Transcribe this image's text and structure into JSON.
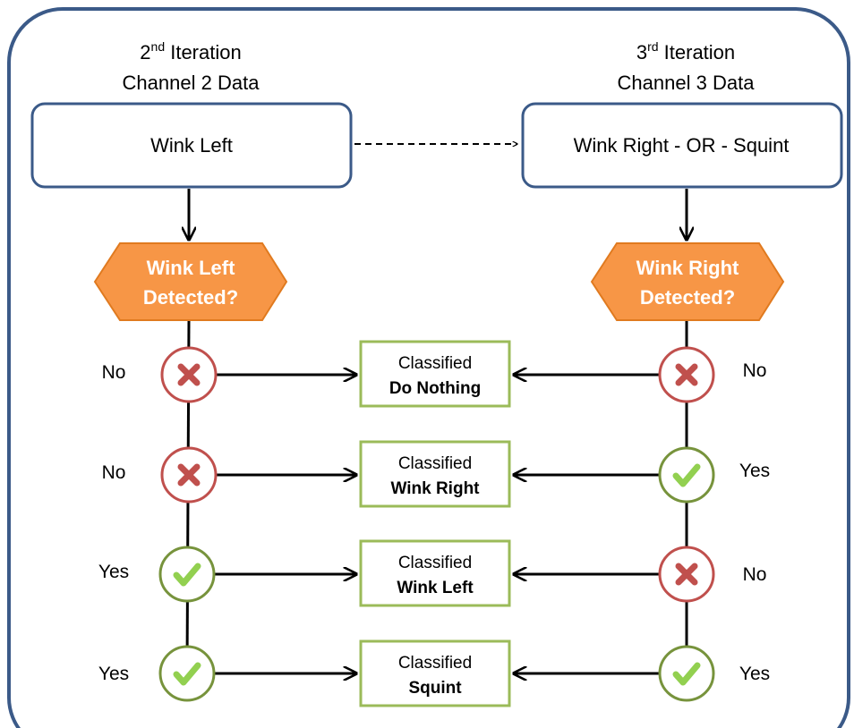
{
  "left_column": {
    "heading_ordinal": "2",
    "heading_sup": "nd",
    "heading_word": " Iteration",
    "subheading": "Channel 2 Data",
    "box_label": "Wink Left",
    "decision_line1": "Wink Left",
    "decision_line2": "Detected?"
  },
  "right_column": {
    "heading_ordinal": "3",
    "heading_sup": "rd",
    "heading_word": " Iteration",
    "subheading": "Channel 3 Data",
    "box_label": "Wink Right - OR - Squint",
    "decision_line1": "Wink Right",
    "decision_line2": "Detected?"
  },
  "rows": [
    {
      "left_label": "No",
      "left_state": "no",
      "right_label": "No",
      "right_state": "no",
      "result_top": "Classified",
      "result_bottom": "Do Nothing"
    },
    {
      "left_label": "No",
      "left_state": "no",
      "right_label": "Yes",
      "right_state": "yes",
      "result_top": "Classified",
      "result_bottom": "Wink Right"
    },
    {
      "left_label": "Yes",
      "left_state": "yes",
      "right_label": "No",
      "right_state": "no",
      "result_top": "Classified",
      "result_bottom": "Wink Left"
    },
    {
      "left_label": "Yes",
      "left_state": "yes",
      "right_label": "Yes",
      "right_state": "yes",
      "result_top": "Classified",
      "result_bottom": "Squint"
    }
  ],
  "colors": {
    "frame": "#3b5a88",
    "decision_fill": "#f79646",
    "result_border": "#9bbb59",
    "no_color": "#c0504d",
    "yes_circle": "#77933c",
    "yes_check": "#92d050"
  },
  "icons": {
    "no": "x-icon",
    "yes": "check-icon"
  }
}
